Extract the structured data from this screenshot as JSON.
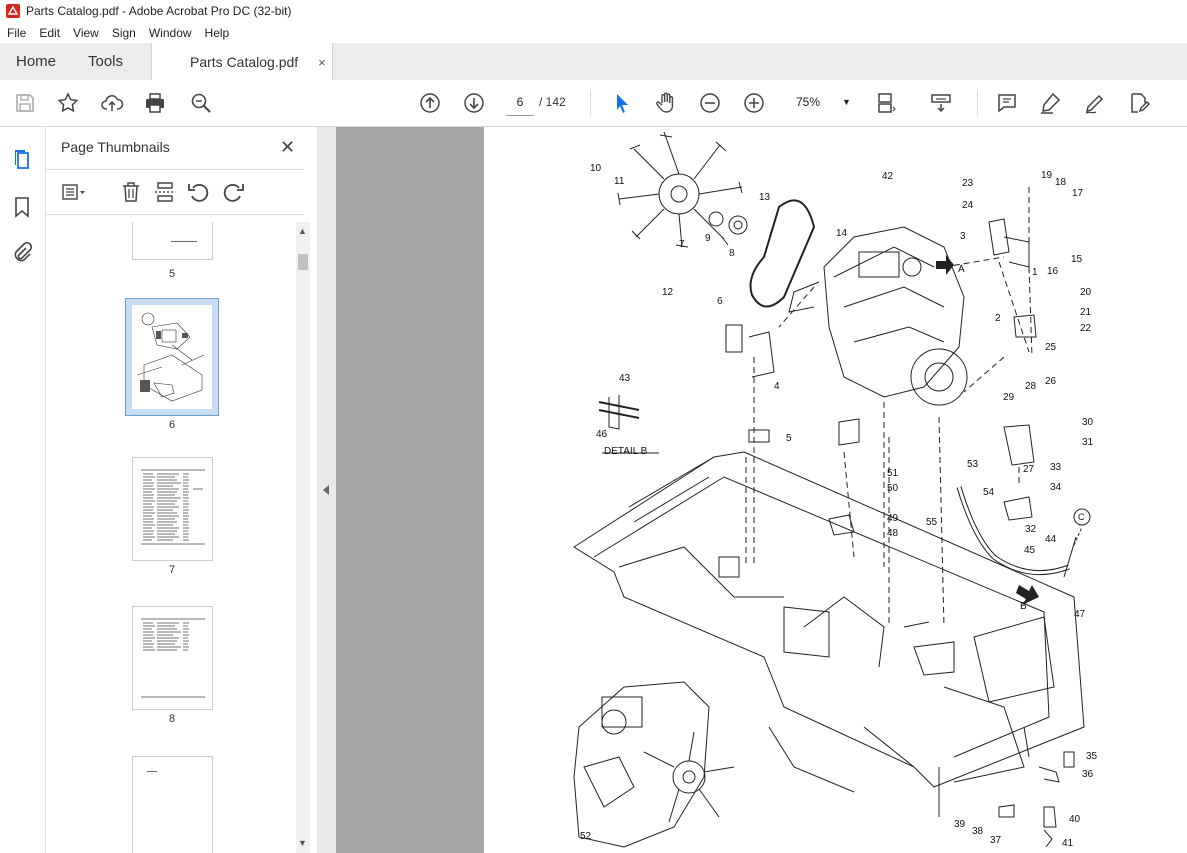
{
  "window": {
    "title": "Parts Catalog.pdf - Adobe Acrobat Pro DC (32-bit)"
  },
  "menu": [
    "File",
    "Edit",
    "View",
    "Sign",
    "Window",
    "Help"
  ],
  "tabs": {
    "home": "Home",
    "tools": "Tools",
    "doc": "Parts Catalog.pdf",
    "close": "×"
  },
  "nav": {
    "current_page": "6",
    "total": "/ 142",
    "zoom": "75%"
  },
  "panel": {
    "title": "Page Thumbnails",
    "close": "✕"
  },
  "thumbnails": [
    {
      "label": "5"
    },
    {
      "label": "6",
      "selected": true
    },
    {
      "label": "7"
    },
    {
      "label": "8"
    }
  ],
  "diagram": {
    "detail_label": "DETAIL  B",
    "callouts": [
      "1",
      "2",
      "3",
      "4",
      "5",
      "6",
      "7",
      "8",
      "9",
      "10",
      "11",
      "12",
      "13",
      "14",
      "15",
      "16",
      "17",
      "18",
      "19",
      "20",
      "21",
      "22",
      "23",
      "24",
      "25",
      "26",
      "27",
      "28",
      "29",
      "30",
      "31",
      "32",
      "33",
      "34",
      "35",
      "36",
      "37",
      "38",
      "39",
      "40",
      "41",
      "42",
      "43",
      "44",
      "45",
      "46",
      "47",
      "48",
      "49",
      "50",
      "51",
      "52",
      "53",
      "54",
      "55",
      "A",
      "B",
      "C"
    ]
  },
  "colors": {
    "accent": "#1473e6",
    "doc_bg": "#a6a6a6",
    "pdf_red": "#d7261e"
  }
}
